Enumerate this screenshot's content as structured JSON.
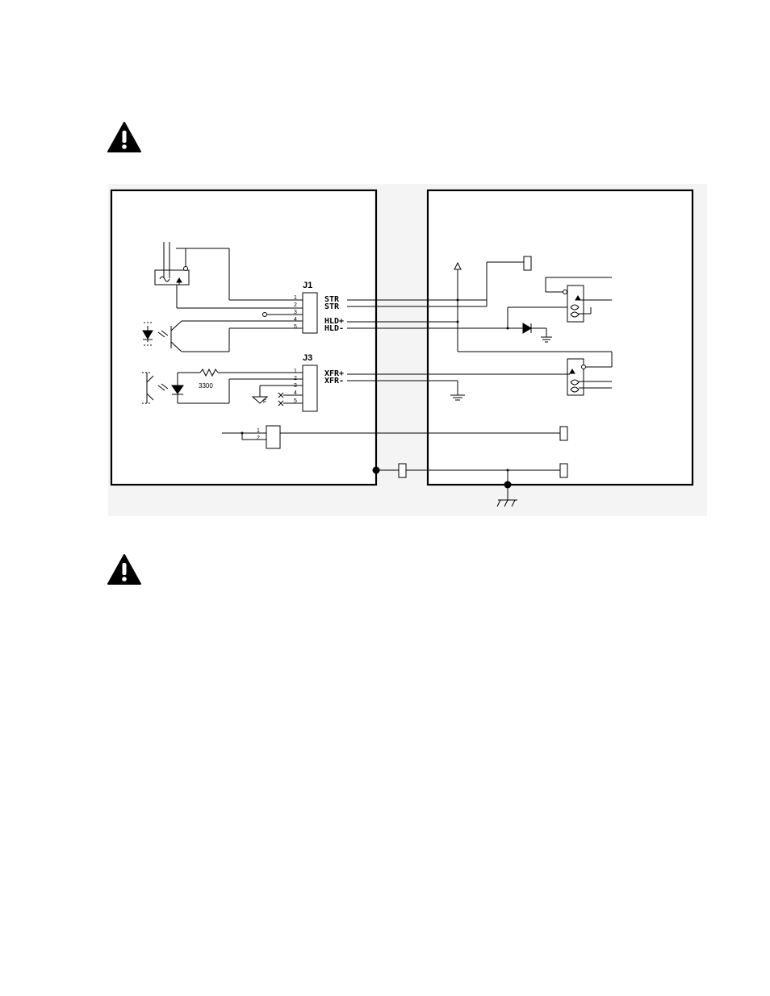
{
  "warnings": [
    {
      "icon": "warning-triangle-icon"
    },
    {
      "icon": "warning-triangle-icon"
    }
  ],
  "connectors": {
    "j1": {
      "label": "J1",
      "pins": [
        "1",
        "2",
        "3",
        "4",
        "5"
      ],
      "signals": [
        "STR",
        "STR",
        "HLD+",
        "HLD-"
      ]
    },
    "j3": {
      "label": "J3",
      "pins": [
        "1",
        "2",
        "3",
        "4",
        "5"
      ],
      "signals": [
        "XFR+",
        "XFR-"
      ]
    },
    "aux": {
      "pins": [
        "1",
        "2"
      ]
    }
  },
  "components": {
    "resistor_value": "3300",
    "ground_label": "F"
  },
  "colors": {
    "ink": "#000000",
    "paper": "#ffffff",
    "scan_tint": "#f4f4f4"
  }
}
